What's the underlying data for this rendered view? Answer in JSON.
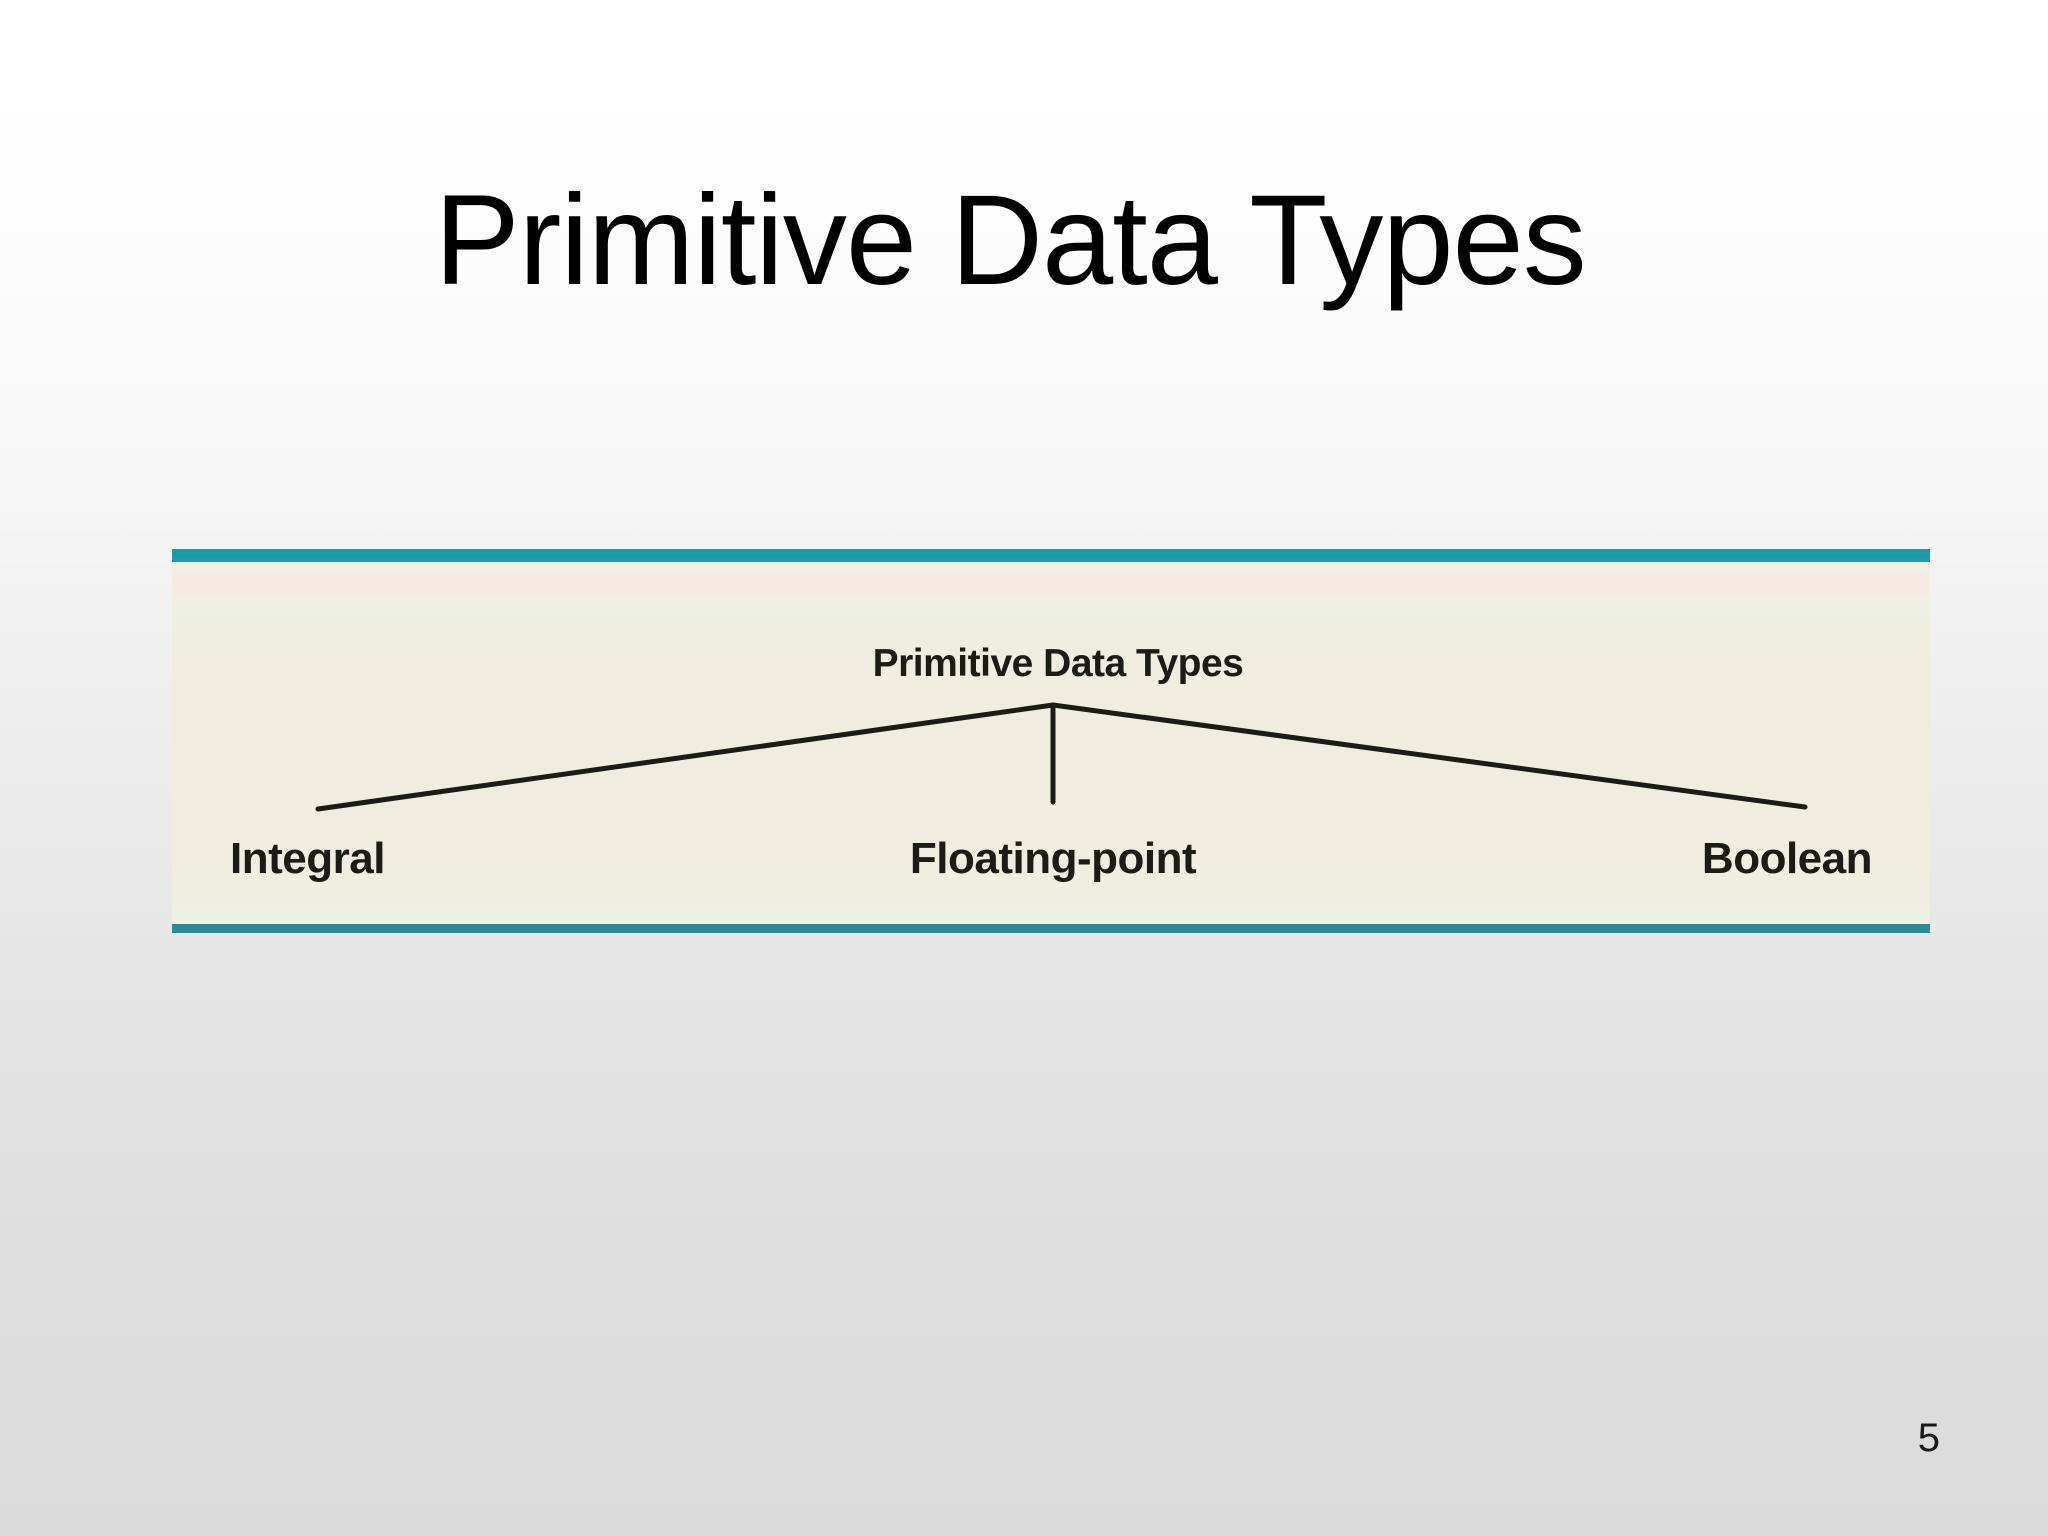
{
  "slide": {
    "title": "Primitive Data Types",
    "page_number": "5",
    "background_top_color": "#ffffff",
    "background_bottom_color": "#dcdcdc"
  },
  "figure": {
    "panel_background_color": "#f0ece0",
    "border_color": "#1b9aa8",
    "accent_band_color": "#f7e9e3",
    "line_color": "#1c1b16",
    "root": {
      "label": "Primitive Data Types"
    },
    "children": [
      {
        "label": "Integral"
      },
      {
        "label": "Floating-point"
      },
      {
        "label": "Boolean"
      }
    ]
  }
}
